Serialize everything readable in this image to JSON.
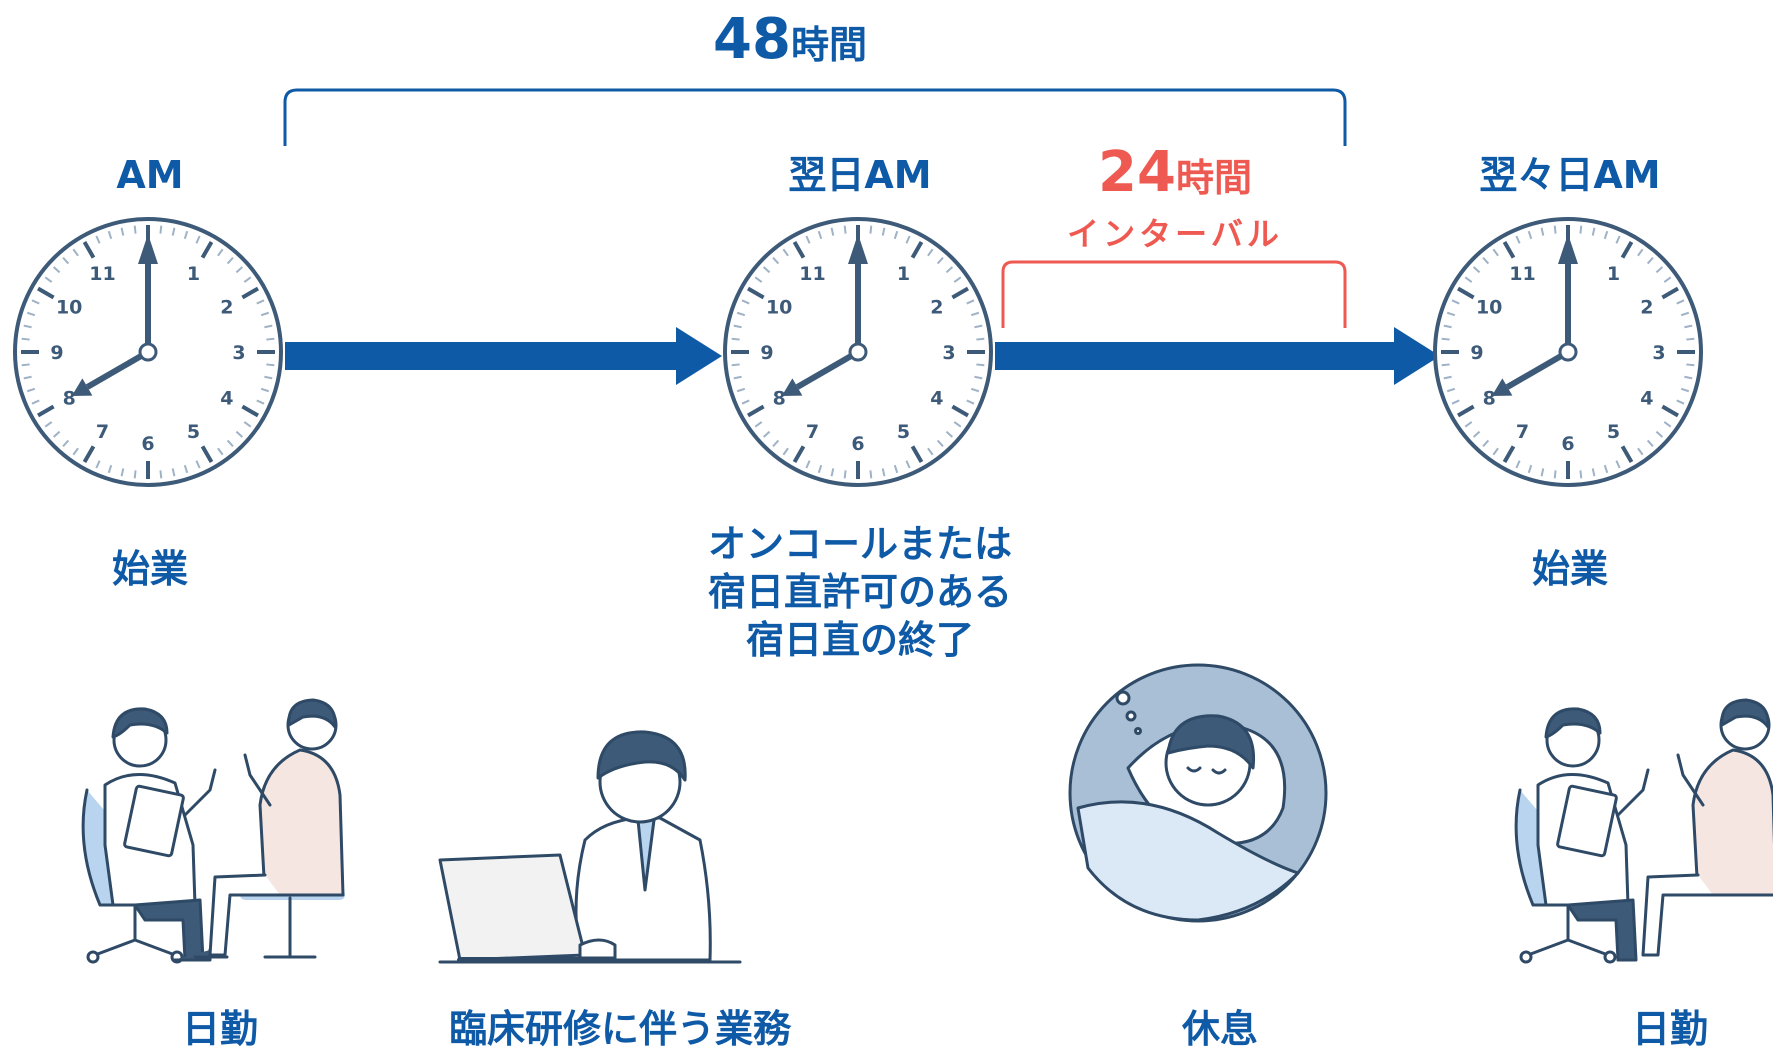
{
  "top_span": {
    "value": "48",
    "unit": "時間"
  },
  "interval": {
    "value": "24",
    "unit": "時間",
    "label": "インターバル"
  },
  "clocks": [
    {
      "label": "AM",
      "caption": [
        "始業"
      ]
    },
    {
      "label": "翌日AM",
      "caption": [
        "オンコールまたは",
        "宿日直許可のある",
        "宿日直の終了"
      ]
    },
    {
      "label": "翌々日AM",
      "caption": [
        "始業"
      ]
    }
  ],
  "clock_face_numbers": [
    "1",
    "2",
    "3",
    "4",
    "5",
    "6",
    "7",
    "8",
    "9",
    "10",
    "11"
  ],
  "activities": {
    "day_work_1": "日勤",
    "training": "臨床研修に伴う業務",
    "rest": "休息",
    "day_work_2": "日勤"
  },
  "colors": {
    "primary": "#0f5aa6",
    "accent": "#ee5a52",
    "clock_ink": "#3d5a78"
  }
}
